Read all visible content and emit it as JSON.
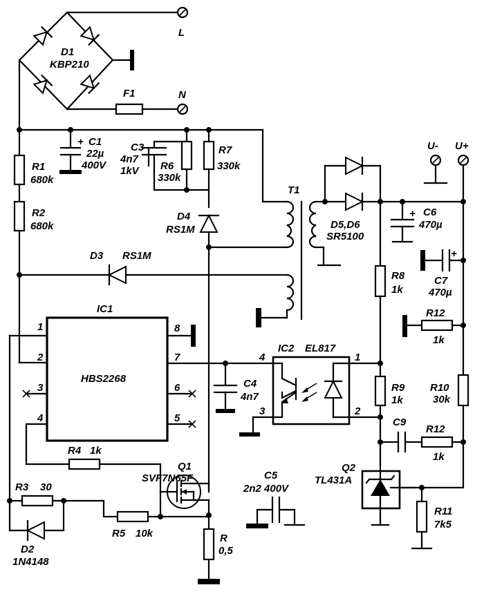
{
  "terminals": {
    "l": "L",
    "n": "N",
    "u_minus": "U-",
    "u_plus": "U+"
  },
  "components": {
    "d1_name": "D1",
    "d1_value": "KBP210",
    "f1": "F1",
    "c1_name": "C1",
    "c1_value1": "22µ",
    "c1_value2": "400V",
    "c1_plus": "+",
    "c3_name": "C3",
    "c3_value1": "4n7",
    "c3_value2": "1kV",
    "r6_name": "R6",
    "r6_value": "330k",
    "r7_name": "R7",
    "r7_value": "330k",
    "r1_name": "R1",
    "r1_value": "680k",
    "r2_name": "R2",
    "r2_value": "680k",
    "d4_name": "D4",
    "d4_value": "RS1M",
    "d3_name": "D3",
    "d3_value": "RS1M",
    "t1": "T1",
    "d56_name": "D5,D6",
    "d56_value": "SR5100",
    "c6_name": "C6",
    "c6_value": "470µ",
    "c6_plus": "+",
    "c7_name": "C7",
    "c7_value": "470µ",
    "c7_plus": "+",
    "r8_name": "R8",
    "r8_value": "1k",
    "r12a_name": "R12",
    "r12a_value": "1k",
    "ic1_name": "IC1",
    "ic1_part": "HBS2268",
    "ic1_pins": [
      "1",
      "2",
      "3",
      "4",
      "8",
      "7",
      "6",
      "5"
    ],
    "c4_name": "C4",
    "c4_value": "4n7",
    "ic2_name": "IC2",
    "ic2_part": "EL817",
    "ic2_pins": [
      "4",
      "3",
      "1",
      "2"
    ],
    "r9_name": "R9",
    "r9_value": "1k",
    "r10_name": "R10",
    "r10_value": "30k",
    "c9_name": "C9",
    "r12b_name": "R12",
    "r12b_value": "1k",
    "q1_name": "Q1",
    "q1_value": "SVF7N65F",
    "r4_name": "R4",
    "r4_value": "1k",
    "r3_name": "R3",
    "r3_value": "30",
    "r5_name": "R5",
    "r5_value": "10k",
    "c5_name": "C5",
    "c5_value": "2n2 400V",
    "q2_name": "Q2",
    "q2_value": "TL431A",
    "r11_name": "R11",
    "r11_value": "7k5",
    "r_name": "R",
    "r_value": "0,5",
    "d2_name": "D2",
    "d2_value": "1N4148"
  }
}
